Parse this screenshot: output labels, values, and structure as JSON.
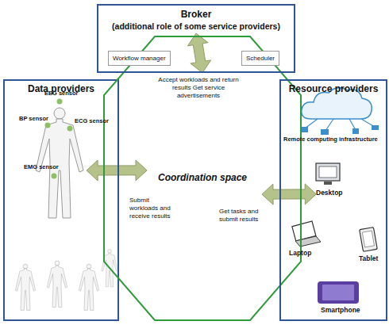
{
  "diagram": {
    "nodes": [
      {
        "text": [
          "Broker",
          "(additional role of some service providers)"
        ]
      },
      {
        "text": [
          "Workflow manager"
        ],
        "in": 0
      },
      {
        "text": [
          "Scheduler"
        ],
        "in": 0
      },
      {
        "text": [
          "Data providers"
        ]
      },
      {
        "text": [
          "Coordination space"
        ]
      },
      {
        "text": [
          "Resource providers"
        ]
      }
    ],
    "edges": [
      {
        "from": 0,
        "to": 4,
        "arrow": "both",
        "label": "Accept workloads and return results Get service advertisements"
      },
      {
        "from": 3,
        "to": 4,
        "arrow": "both",
        "label": "Submit workloads and receive results"
      },
      {
        "from": 4,
        "to": 5,
        "arrow": "both",
        "label": "Get tasks and submit results"
      }
    ],
    "labels": [
      "EEG sensor",
      "BP sensor",
      "ECG sensor",
      "EMG sensor",
      "Remote computing infrastructure",
      "Desktop",
      "Laptop",
      "Tablet",
      "Smartphone"
    ]
  }
}
